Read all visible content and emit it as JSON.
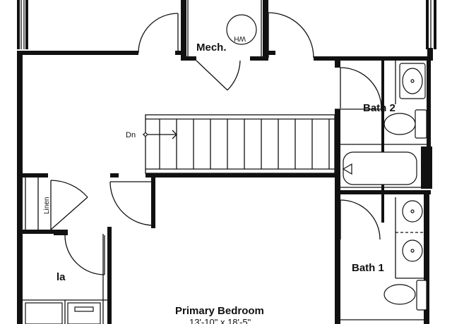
{
  "plan": {
    "rooms": {
      "mech": "Mech.",
      "bath2": "Bath 2",
      "bath1": "Bath 1",
      "primary": "Primary Bedroom",
      "primary_dims": "13'-10\" x 18'-5\"",
      "linen": "Linen",
      "laundry_partial": "la"
    },
    "stairs_label": "Dn",
    "water_heater_label": "WH"
  },
  "colors": {
    "wall": "#111111",
    "background": "#ffffff"
  }
}
